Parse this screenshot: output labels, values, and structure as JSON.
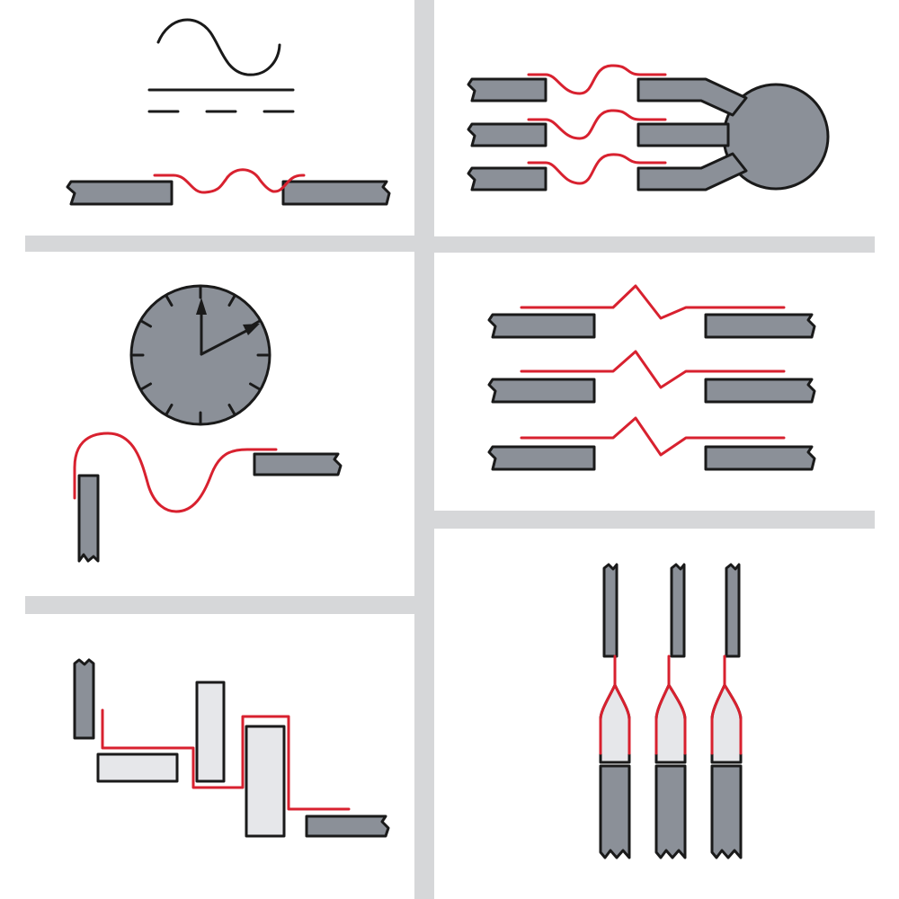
{
  "colors": {
    "background": "#ffffff",
    "divider": "#d6d7d9",
    "metal": "#8b9098",
    "light_part": "#e6e7ea",
    "outline": "#1a1a1a",
    "flex_wire": "#d8212f"
  },
  "panels": [
    {
      "id": "vibration",
      "icons": [
        "sine-wave-icon",
        "dashed-line-icon"
      ]
    },
    {
      "id": "multiple-conductors-to-terminal",
      "icons": [
        "terminal-circle-icon"
      ]
    },
    {
      "id": "time-flexing",
      "icons": [
        "clock-icon"
      ]
    },
    {
      "id": "parallel-expansion-joints",
      "icons": []
    },
    {
      "id": "vertical-crimped-connections",
      "icons": []
    },
    {
      "id": "offset-stepped-connection",
      "icons": []
    }
  ]
}
